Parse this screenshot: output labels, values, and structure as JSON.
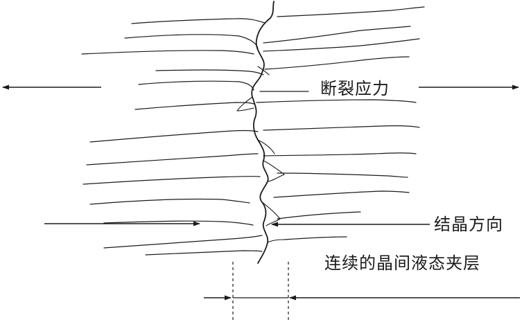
{
  "labels": {
    "fracture_stress": "断裂应力",
    "grain_direction": "结晶方向",
    "intergranular_liquid_film": "连续的晶间液态夹层"
  },
  "colors": {
    "line": "#1a1a1a",
    "background": "#ffffff"
  }
}
